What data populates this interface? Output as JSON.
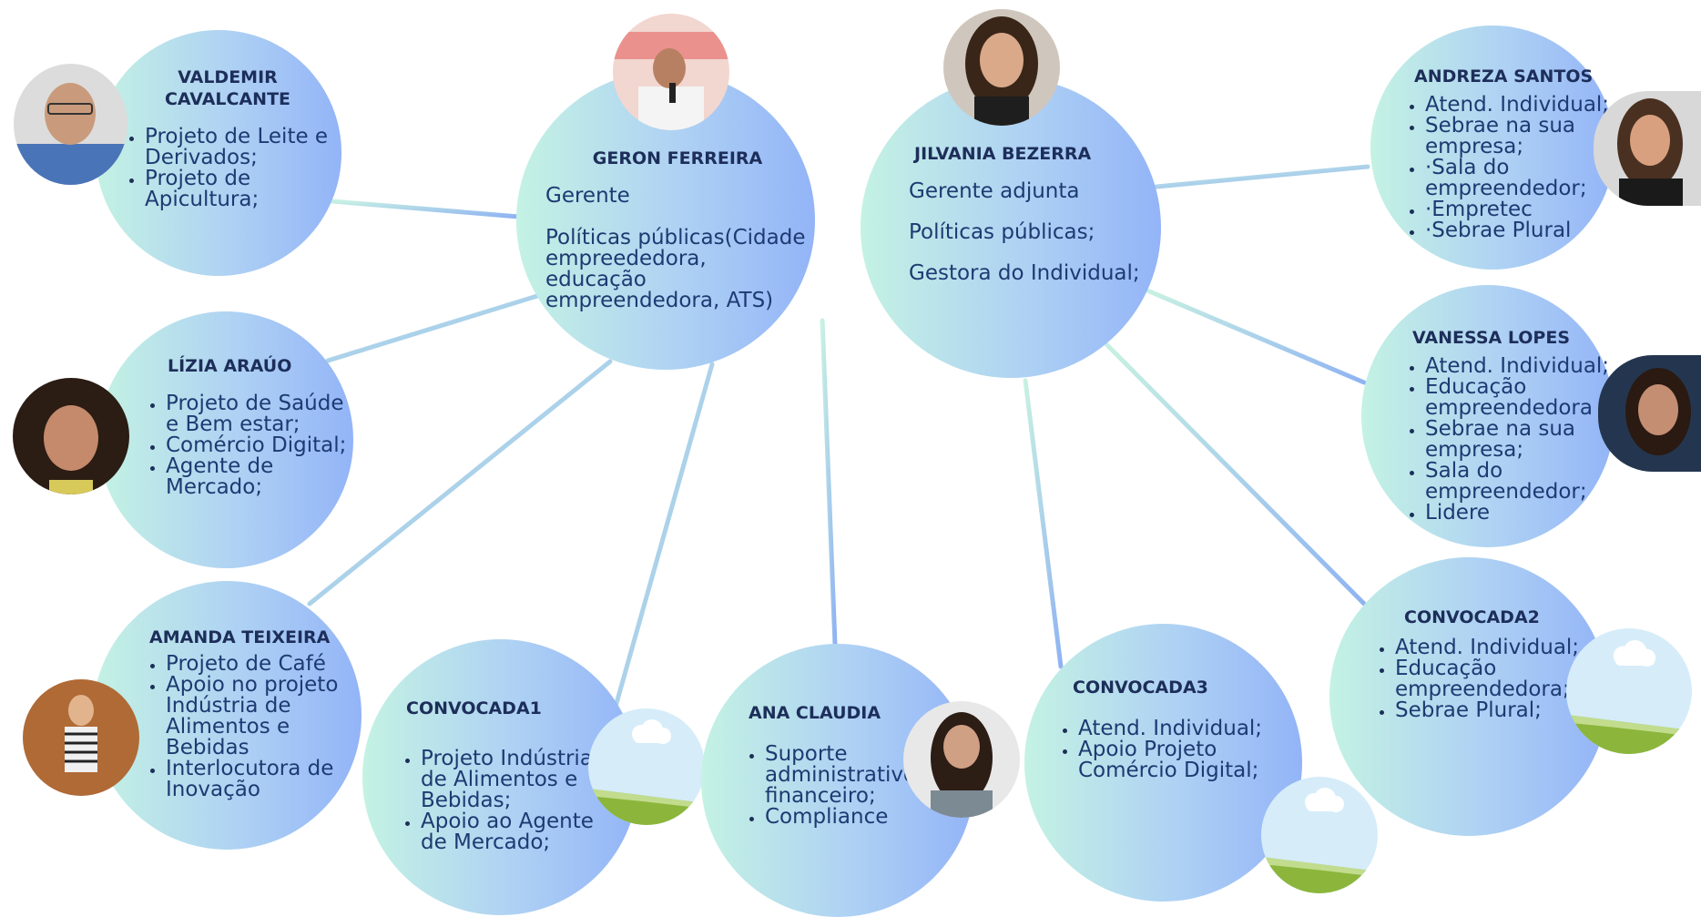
{
  "nodes": {
    "valdemir": {
      "name": "VALDEMIR CAVALCANTE",
      "items": [
        "Projeto de Leite e Derivados;",
        " Projeto de Apicultura;"
      ]
    },
    "geron": {
      "name": "GERON FERREIRA",
      "role": "Gerente",
      "detail": "Políticas públicas(Cidade empreededora, educação empreendedora, ATS)"
    },
    "jilvania": {
      "name": "JILVANIA BEZERRA",
      "role": "Gerente adjunta",
      "detail1": "Políticas públicas;",
      "detail2": "Gestora do Individual;"
    },
    "andreza": {
      "name": "ANDREZA SANTOS",
      "items": [
        "Atend. Individual;",
        "Sebrae na sua empresa;",
        "·Sala do empreendedor;",
        "·Empretec",
        "·Sebrae Plural"
      ]
    },
    "lizia": {
      "name": "LÍZIA ARAÚO",
      "items": [
        "Projeto de Saúde e Bem estar;",
        " Comércio Digital;",
        "Agente de Mercado;"
      ]
    },
    "vanessa": {
      "name": "VANESSA LOPES",
      "items": [
        "Atend. Individual;",
        "Educação empreendedora",
        "Sebrae na sua empresa;",
        "Sala do empreendedor;",
        "Lidere"
      ]
    },
    "amanda": {
      "name": "AMANDA TEIXEIRA",
      "items": [
        "Projeto de Café",
        "Apoio no projeto Indústria de Alimentos e Bebidas",
        "Interlocutora de Inovação"
      ]
    },
    "convocada1": {
      "name": "CONVOCADA1",
      "items": [
        "Projeto Indústria de Alimentos e Bebidas;",
        "Apoio ao Agente de Mercado;"
      ]
    },
    "ana": {
      "name": "ANA CLAUDIA",
      "items": [
        "Suporte administrativo financeiro;",
        "Compliance"
      ]
    },
    "convocada3": {
      "name": "CONVOCADA3",
      "items": [
        "Atend. Individual;",
        "Apoio Projeto Comércio Digital;"
      ]
    },
    "convocada2": {
      "name": "CONVOCADA2",
      "items": [
        "Atend. Individual;",
        "Educação empreendedora;",
        "Sebrae Plural;"
      ]
    }
  },
  "colors": {
    "node_gradient": [
      "#c4f2e3",
      "#aed1f4",
      "#93b4f7"
    ],
    "name_text": "#1d2e5a",
    "body_text": "#1d3a72",
    "connector": "#a9c9f2"
  }
}
